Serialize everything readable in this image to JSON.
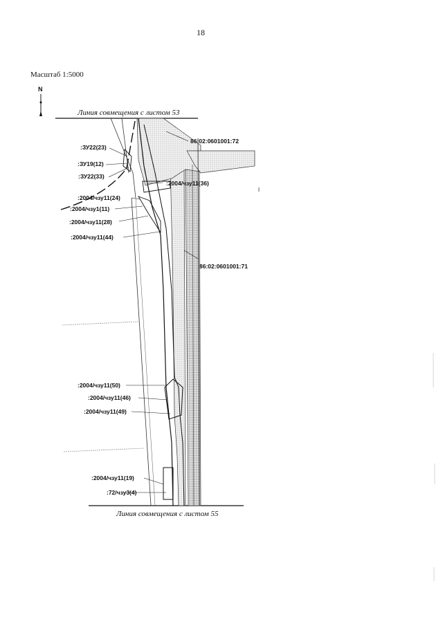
{
  "page_number": "18",
  "scale": "Масштаб 1:5000",
  "north_arrow": {
    "letter": "N",
    "icon": "north-arrow-icon"
  },
  "match_lines": {
    "top": "Линия совмещения с листом 53",
    "bottom": "Линия совмещения с листом 55"
  },
  "parcel_labels": [
    ":ЗУ22(23)",
    ":ЗУ19(12)",
    ":ЗУ22(33)",
    "86:02:0601001:72",
    ":2004/чзу11(36)",
    ":2004/чзу11(24)",
    ":2004/чзу1(11)",
    ":2004/чзу11(28)",
    ":2004/чзу11(44)",
    "86:02:0601001:71",
    ":2004/чзу11(50)",
    ":2004/чзу11(46)",
    ":2004/чзу11(49)",
    ":2004/чзу11(19)",
    ":72/чзу3(4)"
  ]
}
